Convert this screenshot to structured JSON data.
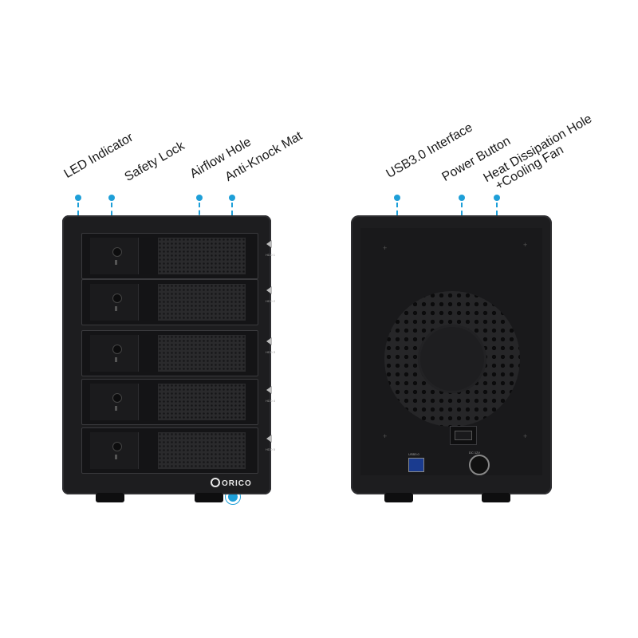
{
  "callouts": {
    "led_indicator": "LED Indicator",
    "safety_lock": "Safety Lock",
    "airflow_hole": "Airflow Hole",
    "anti_knock_mat": "Anti-Knock Mat",
    "usb_interface": "USB3.0 Interface",
    "power_button": "Power Button",
    "heat_line1": "Heat Dissipation Hole",
    "heat_line2": "+Cooling Fan"
  },
  "front": {
    "brand": "ORICO",
    "bays": [
      "HDD 1",
      "HDD 2",
      "HDD 3",
      "HDD 4",
      "HDD 5"
    ]
  },
  "rear": {
    "usb_label": "USB3.0",
    "dc_label": "DC 12V"
  },
  "colors": {
    "accent": "#1e9fd8",
    "body": "#1d1d1f"
  }
}
